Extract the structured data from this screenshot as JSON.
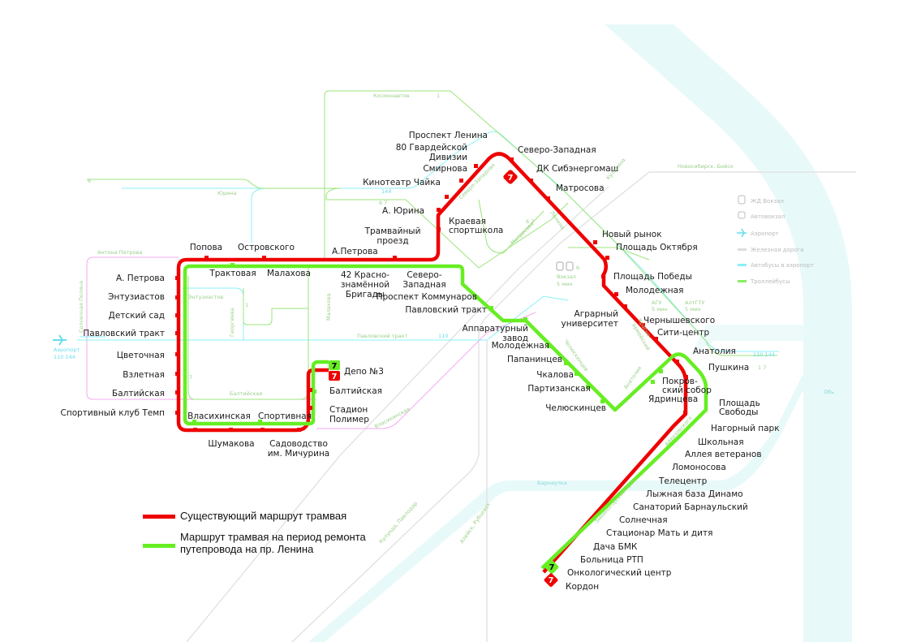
{
  "colors": {
    "existing": "#ee0000",
    "temporary": "#66ee22",
    "trolley": "#88ee66",
    "airport_bus": "#88f0f8",
    "railway": "#dddddd",
    "river": "#e6f8f8",
    "pink_bus": "#f4aaf0",
    "street_label": "#9bd08b",
    "bus_label": "#66ddee"
  },
  "legend": {
    "existing_route": "Существующий маршрут трамвая",
    "temporary_route_line1": "Маршрут трамвая на период ремонта",
    "temporary_route_line2": "путепровода на пр. Ленина"
  },
  "map_legend": {
    "items": [
      {
        "icon": "train-icon",
        "label": "ЖД Вокзал"
      },
      {
        "icon": "bus-icon",
        "label": "Автовокзал"
      },
      {
        "icon": "airplane-icon",
        "label": "Аэропорт"
      },
      {
        "icon": "railway-swatch",
        "label": "Железная дорога"
      },
      {
        "icon": "airport-bus-swatch",
        "label": "Автобусы в аэропорт"
      },
      {
        "icon": "trolleybus-swatch",
        "label": "Троллейбусы"
      }
    ]
  },
  "route_badges": {
    "existing": "7",
    "temporary": "7"
  },
  "stations": {
    "prospekt_lenina": "Проспект Ленина",
    "gv80_1": "80 Гвардейской",
    "gv80_2": "Дивизии",
    "smirnova": "Смирнова",
    "kinoteatr": "Кинотеатр Чайка",
    "a_yurina": "А. Юрина",
    "tramvainy_1": "Трамвайный",
    "tramvainy_2": "проезд",
    "a_petrova_top": "А.Петрова",
    "kraevaya_1": "Краевая",
    "kraevaya_2": "спортшкола",
    "severo_zapadnaya": "Северо-Западная",
    "dk": "ДК Сибэнергомаш",
    "matrosova": "Матросова",
    "novy_rynok": "Новый рынок",
    "pl_oktyabrya": "Площадь Октября",
    "pl_pobedy": "Площадь Победы",
    "molodezhnaya_r": "Молодежная",
    "agrarny_1": "Аграрный",
    "agrarny_2": "университет",
    "chernyshevskogo": "Чернышевского",
    "siti": "Сити-центр",
    "anatolia": "Анатолия",
    "pushkina": "Пушкина",
    "pokrov_1": "Покров-",
    "pokrov_2": "ский собор",
    "yadrintseva": "Ядринцева",
    "pl_svobody_1": "Площадь",
    "pl_svobody_2": "Свободы",
    "nagorny": "Нагорный парк",
    "shkolnaya": "Школьная",
    "alleya": "Аллея ветеранов",
    "lomonosova": "Ломоносова",
    "telecentr": "Телецентр",
    "lyzhnaya": "Лыжная база Динамо",
    "sanatory": "Санаторий Барнаульский",
    "solnechnaya": "Солнечная",
    "stacionar": "Стационар Мать и дитя",
    "dacha": "Дача БМК",
    "bolnica": "Больница РТП",
    "onko": "Онкологический центр",
    "kordon": "Кордон",
    "popova": "Попова",
    "ostrovskogo": "Островского",
    "traktovaya": "Трактовая",
    "malahova": "Малахова",
    "krasno_1": "42 Красно-",
    "krasno_2": "знамённой",
    "krasno_3": "Бригады",
    "severo_zap_g1": "Северо-",
    "severo_zap_g2": "Западная",
    "kommunarov": "Проспект Коммунаров",
    "pavlovsky_g": "Павловский тракт",
    "apparat_1": "Аппаратурный",
    "apparat_2": "завод",
    "molodezhnaya_g": "Молодежная",
    "papanintsev": "Папанинцев",
    "chkalova": "Чкалова",
    "partizanskaya": "Партизанская",
    "chelyuskintsev": "Челюскинцев",
    "a_petrova_l": "А. Петрова",
    "entuziastov": "Энтузиастов",
    "detsky_sad": "Детский сад",
    "pavlovsky_l": "Павловский тракт",
    "cvetochnaya": "Цветочная",
    "vzletnaya": "Взлетная",
    "baltiyskaya_l": "Балтийская",
    "temp": "Спортивный клуб Темп",
    "vlasihinskaya": "Власихинская",
    "sportivnaya": "Спортивная",
    "shumakova": "Шумакова",
    "sadovodstvo_1": "Садоводство",
    "sadovodstvo_2": "им. Мичурина",
    "depo": "Депо №3",
    "baltiyskaya_d": "Балтийская",
    "stadion_1": "Стадион",
    "stadion_2": "Полимер"
  },
  "streets": {
    "kosmonavtov": "Космонавтов",
    "yurina": "Юрина",
    "antona_petrova": "Антона Петрова",
    "solnechnaya_polyana": "Солнечная Поляна",
    "entuziastov": "Энтузиастов",
    "georgieva": "Георгиева",
    "malahova": "Малахова",
    "pavlovsky": "Павловский тракт",
    "baltiyskaya": "Балтийская",
    "vlasihinskaya": "Власихинская",
    "severo_zapadnaya": "Северо-Западная",
    "matrosova": "Матросова",
    "lenina": "Ленина",
    "kulagina": "Кулагина",
    "chelyuskintsev": "Челюскинцев",
    "krasnoarm_1": "Красно-",
    "krasnoarm_2": "армейский",
    "anatolia": "Анатолия",
    "barnaulka": "Барнаулка",
    "ob": "Обь",
    "zmeinogorsky": "Змеиногорский тракт",
    "ayvazovskogo": "Айвазовского"
  },
  "annotations": {
    "trolley_1": "1",
    "bus_144": "144",
    "trolley_67": "6 7",
    "trolley_6": "6",
    "trolley_7": "7",
    "trolley_1_b": "1",
    "bus_110": "110",
    "airport": "Аэропорт",
    "airport_bus": "110 144",
    "bus_110_144_r": "110 144",
    "trolley_17": "1 7",
    "vokzal": "Вокзал",
    "vokzal_time": "5 мин",
    "agu": "АГУ",
    "agu_time": "5 мин",
    "altgtu": "АлтГТУ",
    "altgtu_time": "5 мин",
    "rail_novosibirsk": "Новосибирск, Бийск",
    "rail_kulunda": "Кулунда, Павлодар",
    "rail_aleysk": "Алейск, Рубцовск"
  }
}
